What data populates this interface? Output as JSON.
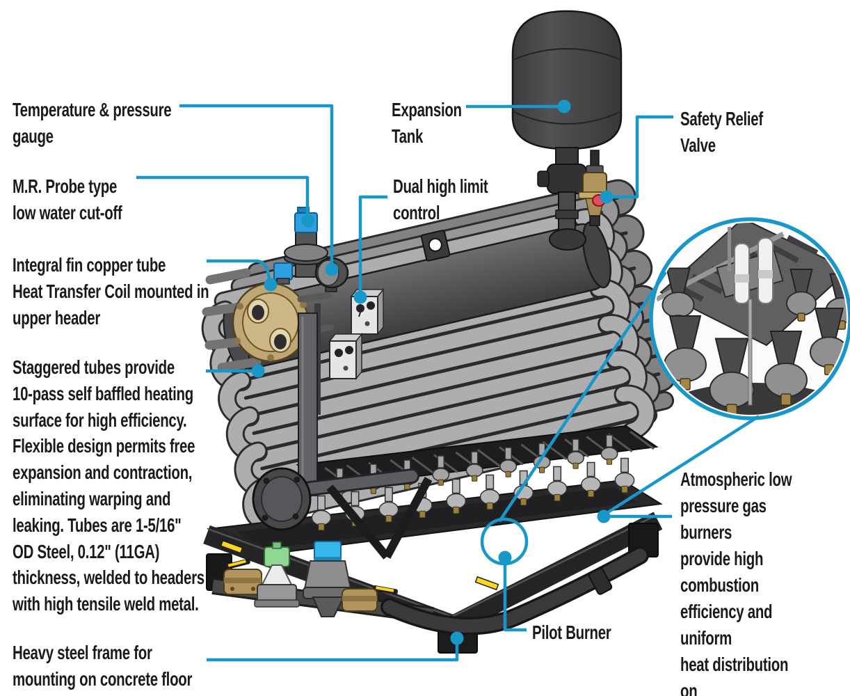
{
  "figure": {
    "type": "annotated technical diagram",
    "subject": "Atmospheric gas-fired hot water boiler cutaway",
    "accent_color": "#1798C8",
    "text_color": "#1a1a1a",
    "background_color": "#ffffff"
  },
  "callouts": {
    "temp_gauge": {
      "text": "Temperature & pressure\ngauge"
    },
    "mr_probe": {
      "text": "M.R. Probe type\nlow water cut-off"
    },
    "integral_fin": {
      "text": "Integral fin copper tube\nHeat Transfer Coil mounted in\nupper header"
    },
    "staggered_tubes": {
      "text": "Staggered tubes provide\n10-pass self baffled heating\nsurface for high efficiency.\nFlexible design permits free\nexpansion and contraction,\neliminating warping and\nleaking. Tubes are 1-5/16\"\nOD Steel, 0.12\" (11GA)\nthickness, welded to headers\nwith high tensile weld metal."
    },
    "heavy_frame": {
      "text": "Heavy steel frame for\nmounting on concrete floor"
    },
    "expansion_tank": {
      "text": "Expansion\nTank"
    },
    "dual_high_limit": {
      "text": "Dual high limit\ncontrol"
    },
    "safety_relief": {
      "text": "Safety Relief\nValve"
    },
    "atmospheric_burners": {
      "text": "Atmospheric low\npressure gas burners\nprovide high combustion\nefficiency and uniform\nheat distribution on\nheating surface."
    },
    "pilot_burner": {
      "text": "Pilot Burner"
    }
  }
}
